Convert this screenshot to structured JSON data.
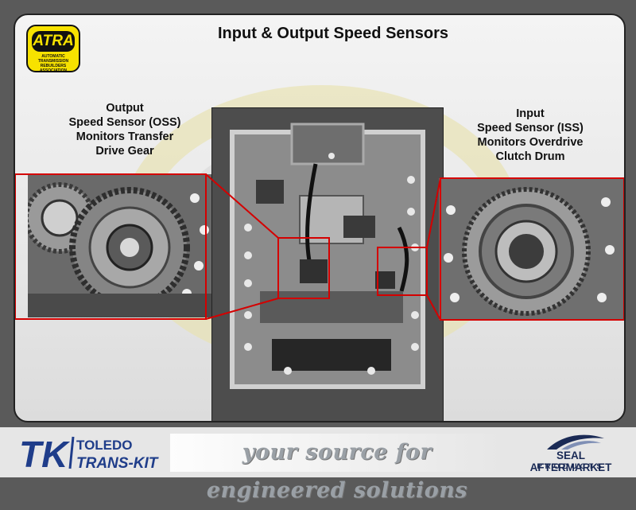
{
  "slide": {
    "title": "Input & Output Speed Sensors",
    "left_caption": [
      "Output",
      "Speed Sensor (OSS)",
      "Monitors Transfer",
      "Drive Gear"
    ],
    "right_caption": [
      "Input",
      "Speed Sensor (ISS)",
      "Monitors Overdrive",
      "Clutch Drum"
    ]
  },
  "atra_logo": {
    "word": "ATRA",
    "subtitle": "AUTOMATIC TRANSMISSION REBUILDERS ASSOCIATION"
  },
  "footer": {
    "tk_line1": "TOLEDO",
    "tk_line2": "TRANS-KIT",
    "slogan": "your source for engineered solutions",
    "seal_name": "SEAL AFTERMARKET",
    "seal_products": "PRODUCTS"
  },
  "colors": {
    "callout_red": "#d40000",
    "atra_yellow": "#f7e200",
    "tk_blue": "#1f3d8a",
    "seal_navy": "#1a2a55"
  }
}
